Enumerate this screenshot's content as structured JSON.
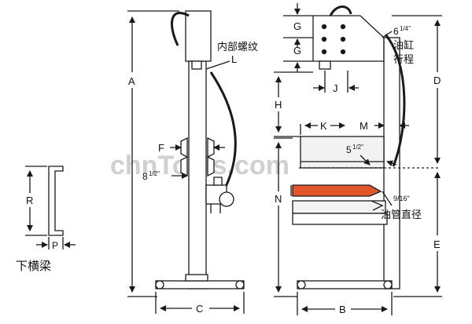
{
  "diagram": {
    "watermark": "chnTools.com",
    "side_view": {
      "labels": {
        "A": "A",
        "C": "C",
        "F": "F",
        "L": "L",
        "width_whole": "8",
        "width_frac": "1/2\"",
        "thread_note": "内部螺纹"
      }
    },
    "front_view": {
      "labels": {
        "G_top": "G",
        "G_bottom": "G",
        "H": "H",
        "J": "J",
        "K": "K",
        "M": "M",
        "N": "N",
        "B": "B",
        "D": "D",
        "E": "E",
        "stroke_whole": "6",
        "stroke_frac": "1/4\"",
        "stroke_note_line1": "油缸",
        "stroke_note_line2": "行程",
        "depth_whole": "5",
        "depth_frac": "1/2\"",
        "hose_frac": "9/16\"",
        "hose_note": "油管直径"
      }
    },
    "crossbeam_detail": {
      "labels": {
        "R": "R",
        "P": "P",
        "title": "下横梁"
      }
    },
    "colors": {
      "line": "#1a1a1a",
      "ram_fill": "#e2552a",
      "panel_fill": "#f2f2f2",
      "watermark": "#d0d0d0"
    }
  }
}
